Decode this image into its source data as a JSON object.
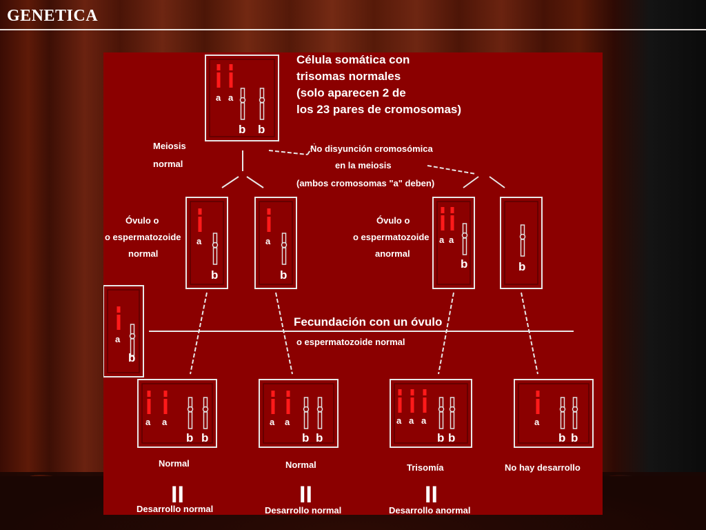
{
  "title": "GENETICA",
  "diagram": {
    "intro_lines": [
      "Célula somática con",
      "trisomas normales",
      "(solo aparecen 2 de",
      "los 23 pares de cromosomas)"
    ],
    "meiosis_normal": [
      "Meiosis",
      "normal"
    ],
    "nondisjunction": [
      "No disyunción cromosómica",
      "en la meiosis",
      "(ambos cromosomas \"a\" deben)"
    ],
    "gamete_normal": [
      "Óvulo o",
      "o espermatozoide",
      "normal"
    ],
    "gamete_abnormal": [
      "Óvulo o",
      "o espermatozoide",
      "anormal"
    ],
    "fertilization": [
      "Fecundación con un óvulo",
      "o espermatozoide normal"
    ],
    "allele_a": "a",
    "allele_b": "b",
    "outcomes": [
      "Normal",
      "Normal",
      "Trisomía",
      "No hay desarrollo"
    ],
    "equals": "II",
    "development": [
      "Desarrollo normal",
      "Desarrollo normal",
      "Desarrollo anormal"
    ],
    "colors": {
      "panel": "#8b0000",
      "chromosome_a": "#ff1a1a",
      "line": "#e8e8e8"
    }
  }
}
